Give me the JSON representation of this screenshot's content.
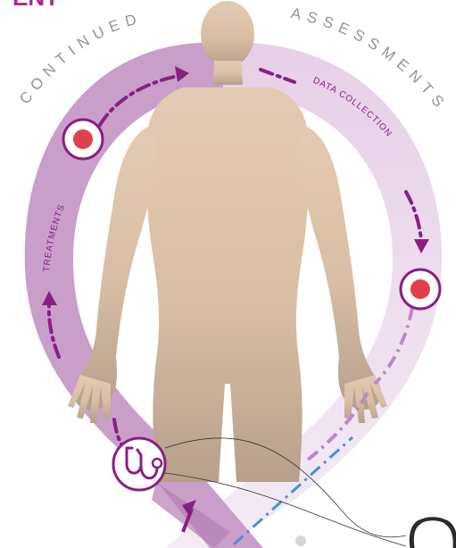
{
  "header": {
    "partial_title": "ENT"
  },
  "arc_labels": {
    "continued": "CONTINUED",
    "assessments": "ASSESSMENTS",
    "data_collection": "DATA COLLECTION",
    "treatments": "TREATMENTS"
  },
  "icons": {
    "left_marker": "red-dot-marker-icon",
    "right_marker": "red-dot-marker-icon",
    "stethoscope_badge": "stethoscope-icon",
    "corner_stethoscope": "stethoscope-icon"
  },
  "colors": {
    "title": "#b0268f",
    "band_dark": "#c79bc8",
    "band_light": "#e9d6ea",
    "arrow": "#8a1f83",
    "arrow_light": "#b98ac6",
    "dot": "#e04049",
    "body": "#dcc2a9",
    "blue_line": "#4a90d9"
  }
}
